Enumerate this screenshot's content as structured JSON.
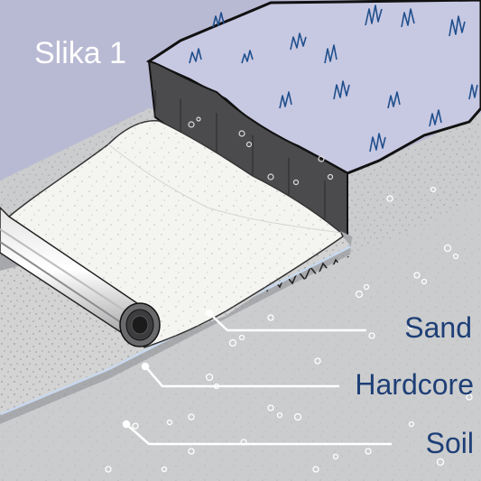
{
  "figure": {
    "title": "Slika 1",
    "layers": [
      {
        "label": "Sand"
      },
      {
        "label": "Hardcore"
      },
      {
        "label": "Soil"
      }
    ]
  },
  "colors": {
    "sky": "#b8b9d3",
    "turf": "#c7c8e2",
    "grass": "#1f4f8c",
    "soil": "#cbcccd",
    "cut_face": "#4b4b4d",
    "membrane": "#f4f4f1",
    "label": "#1e3f77"
  }
}
